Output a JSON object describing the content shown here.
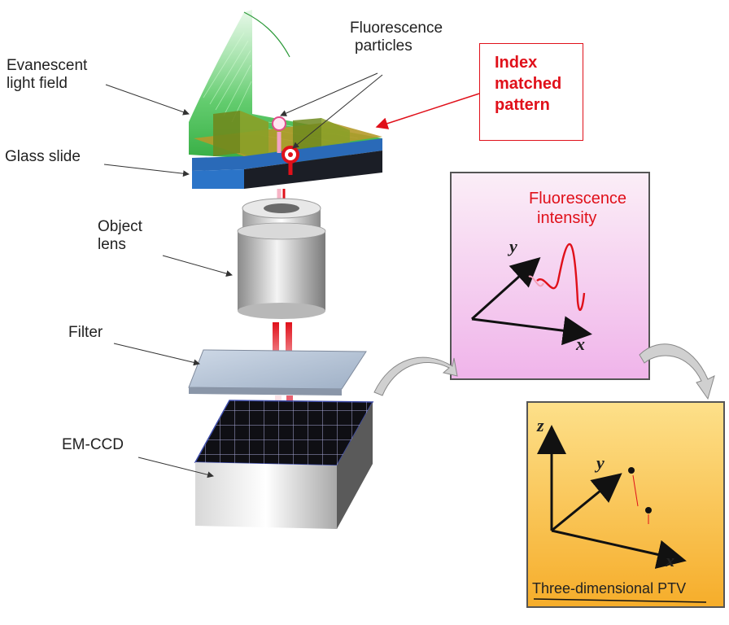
{
  "labels": {
    "fluorescence_particles_line1": "Fluorescence",
    "fluorescence_particles_line2": "particles",
    "evanescent_line1": "Evanescent",
    "evanescent_line2": "light field",
    "glass_slide": "Glass slide",
    "object_lens_line1": "Object",
    "object_lens_line2": "lens",
    "filter": "Filter",
    "em_ccd": "EM-CCD",
    "index_line1": "Index",
    "index_line2": "matched",
    "index_line3": "pattern"
  },
  "intensity_panel": {
    "title_line1": "Fluorescence",
    "title_line2": "intensity",
    "axis_x": "x",
    "axis_y": "y",
    "background_top": "#fbeef7",
    "background_bottom": "#f0b4ea"
  },
  "ptv_panel": {
    "caption": "Three-dimensional PTV",
    "axis_x": "x",
    "axis_y": "y",
    "axis_z": "z",
    "background_top": "#fde08a",
    "background_bottom": "#f6ad2a"
  },
  "colors": {
    "accent_red": "#e0101a",
    "evanescent_green": "#5fd06a",
    "glass_blue": "#2b74c8"
  }
}
